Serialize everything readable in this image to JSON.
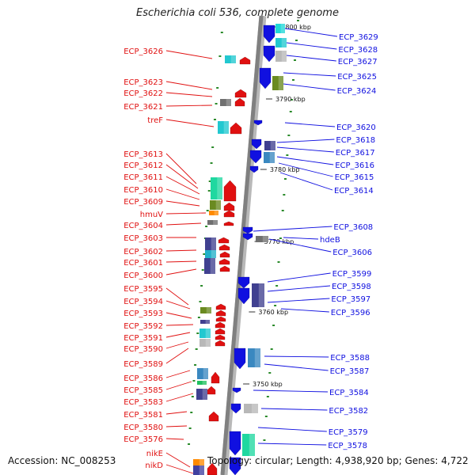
{
  "title": "Escherichia coli 536, complete genome",
  "footer": {
    "accession": "Accession: NC_008253",
    "topology": "Topology: circular; Length: 4,938,920 bp; Genes: 4,722"
  },
  "colors": {
    "forward": "#e01010",
    "reverse": "#1010e0",
    "backbone": "#808080",
    "dot": "#2a8a2a"
  },
  "ticks": [
    {
      "label": "3800 kbp"
    },
    {
      "label": "3790 kbp"
    },
    {
      "label": "3780 kbp"
    },
    {
      "label": "3770 kbp"
    },
    {
      "label": "3760 kbp"
    },
    {
      "label": "3750 kbp"
    }
  ],
  "left_labels": [
    "ECP_3626",
    "ECP_3623",
    "ECP_3622",
    "ECP_3621",
    "treF",
    "ECP_3613",
    "ECP_3612",
    "ECP_3611",
    "ECP_3610",
    "ECP_3609",
    "hmuV",
    "ECP_3604",
    "ECP_3603",
    "ECP_3602",
    "ECP_3601",
    "ECP_3600",
    "ECP_3595",
    "ECP_3594",
    "ECP_3593",
    "ECP_3592",
    "ECP_3591",
    "ECP_3590",
    "ECP_3589",
    "ECP_3586",
    "ECP_3585",
    "ECP_3583",
    "ECP_3581",
    "ECP_3580",
    "ECP_3576",
    "nikE",
    "nikD"
  ],
  "right_labels": [
    "ECP_3629",
    "ECP_3628",
    "ECP_3627",
    "ECP_3625",
    "ECP_3624",
    "ECP_3620",
    "ECP_3618",
    "ECP_3617",
    "ECP_3616",
    "ECP_3615",
    "ECP_3614",
    "ECP_3608",
    "hdeB",
    "ECP_3606",
    "ECP_3599",
    "ECP_3598",
    "ECP_3597",
    "ECP_3596",
    "ECP_3588",
    "ECP_3587",
    "ECP_3584",
    "ECP_3582",
    "ECP_3579",
    "ECP_3578"
  ]
}
